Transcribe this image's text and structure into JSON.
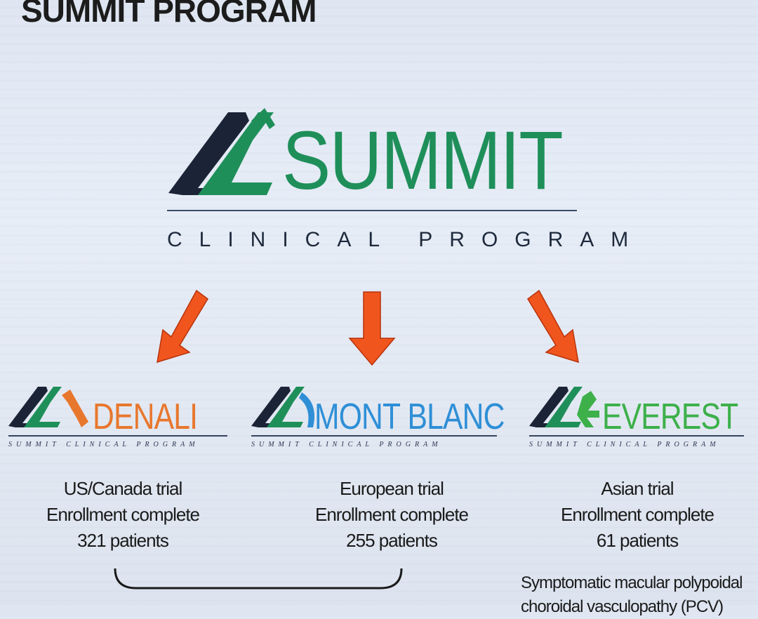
{
  "slide": {
    "title": "SUMMIT PROGRAM"
  },
  "main_logo": {
    "name": "SUMMIT",
    "subtitle": "CLINICAL PROGRAM",
    "colors": {
      "green": "#1f8f5a",
      "navy": "#1b2436",
      "rule": "#3a4a64"
    }
  },
  "arrows": {
    "color": "#f0551e",
    "outline": "#b8330a"
  },
  "trials": [
    {
      "name": "DENALI",
      "subtitle": "SUMMIT CLINICAL PROGRAM",
      "color": "#e8772e",
      "region": "US/Canada trial",
      "status": "Enrollment complete",
      "patients": "321 patients"
    },
    {
      "name": "MONT BLANC",
      "subtitle": "SUMMIT CLINICAL PROGRAM",
      "color": "#2f8fd6",
      "region": "European trial",
      "status": "Enrollment complete",
      "patients": "255 patients"
    },
    {
      "name": "EVEREST",
      "subtitle": "SUMMIT CLINICAL PROGRAM",
      "color": "#3db04a",
      "region": "Asian trial",
      "status": "Enrollment complete",
      "patients": "61 patients"
    }
  ],
  "everest_note": {
    "line1": "Symptomatic macular polypoidal",
    "line2": "choroidal vasculopathy (PCV)"
  }
}
